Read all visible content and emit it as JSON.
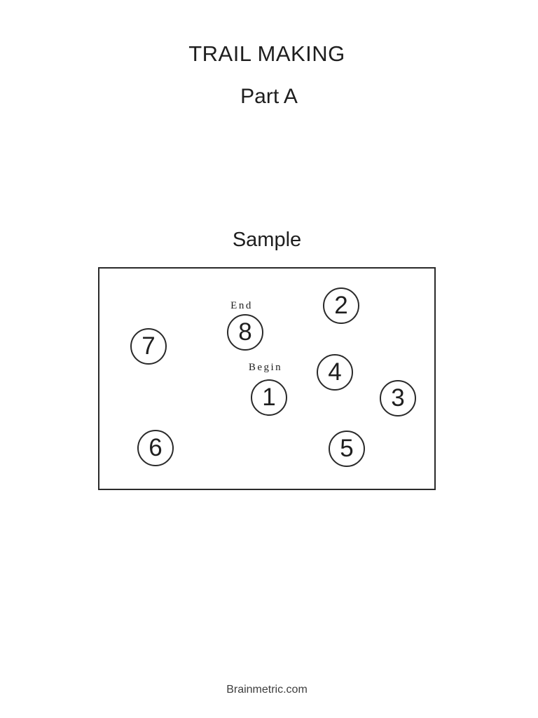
{
  "page": {
    "title": "TRAIL MAKING",
    "subtitle": "Part A",
    "footer": "Brainmetric.com"
  },
  "sample": {
    "heading": "Sample",
    "end_label": "End",
    "begin_label": "Begin",
    "circles": [
      {
        "number": "1"
      },
      {
        "number": "2"
      },
      {
        "number": "3"
      },
      {
        "number": "4"
      },
      {
        "number": "5"
      },
      {
        "number": "6"
      },
      {
        "number": "7"
      },
      {
        "number": "8"
      }
    ]
  },
  "colors": {
    "ink": "#1f1f1f",
    "footer_text": "#3d3d3d",
    "background": "#ffffff"
  }
}
